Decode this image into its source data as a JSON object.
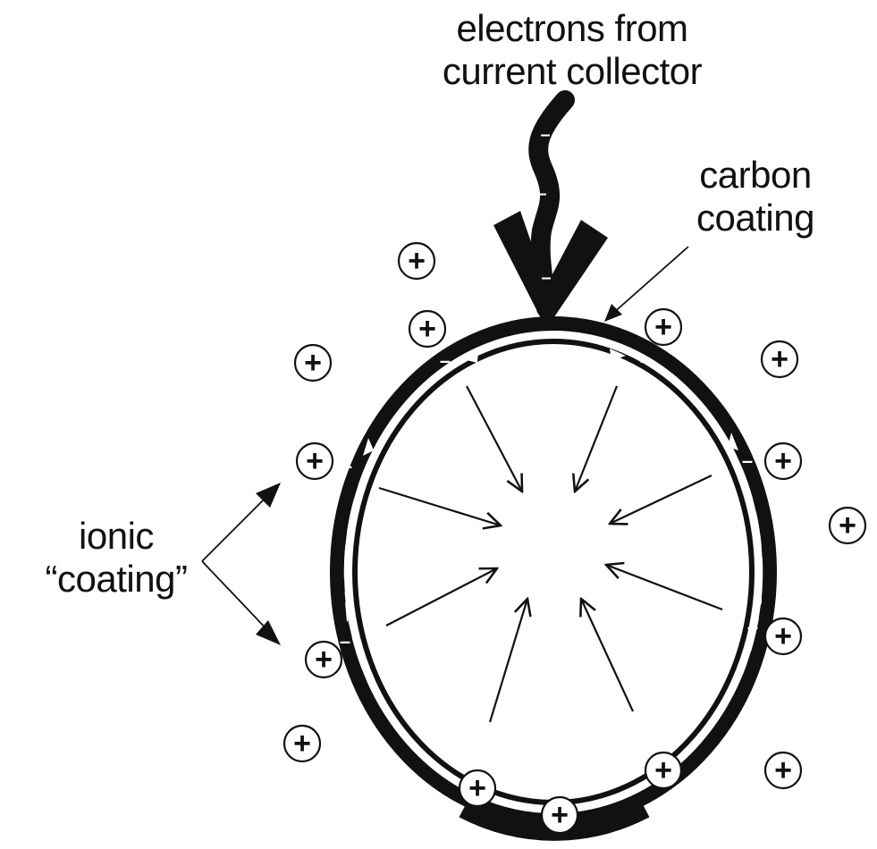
{
  "labels": {
    "electrons": [
      "electrons from",
      "current collector"
    ],
    "carbon": [
      "carbon",
      "coating"
    ],
    "ionic": [
      "ionic",
      "“coating”"
    ]
  },
  "symbols": {
    "cation": "+",
    "electron": "–"
  },
  "colors": {
    "ink": "#111111",
    "background": "#ffffff",
    "flow": "#ffffff"
  }
}
